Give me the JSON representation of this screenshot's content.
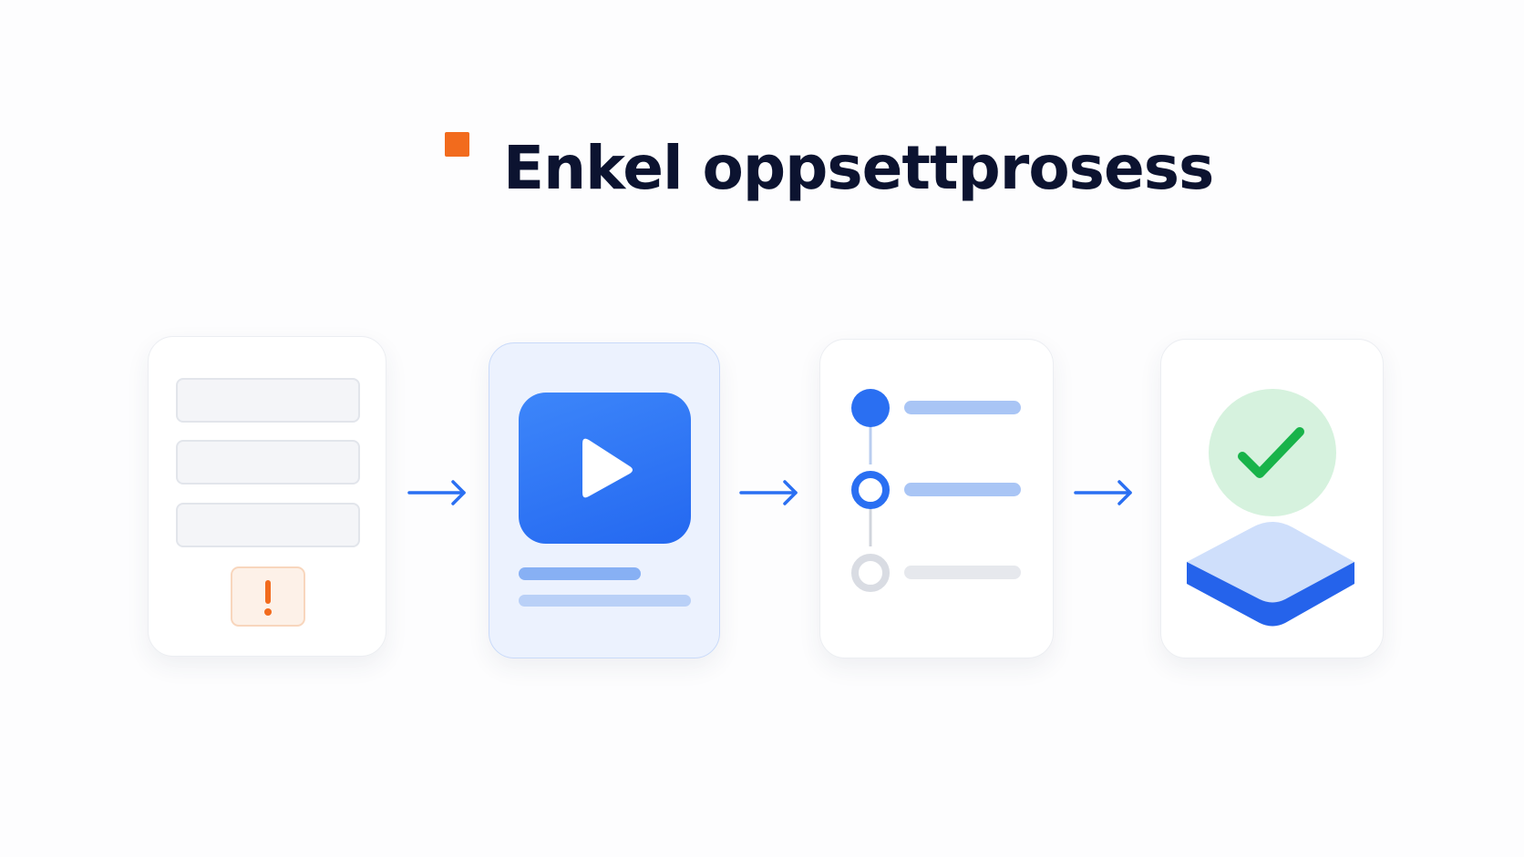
{
  "title": "Enkel oppsettprosess",
  "colors": {
    "accent": "#f26b1d",
    "primary": "#2a6ff2",
    "success": "#18b34a",
    "title": "#0c1330"
  },
  "steps": [
    {
      "id": "form",
      "icons": [
        "input-field",
        "input-field",
        "input-field",
        "warning-icon"
      ]
    },
    {
      "id": "video",
      "icons": [
        "play-icon"
      ],
      "active": true
    },
    {
      "id": "checklist",
      "icons": [
        "step-filled",
        "step-current",
        "step-pending"
      ]
    },
    {
      "id": "complete",
      "icons": [
        "check-icon",
        "platform-icon"
      ]
    }
  ]
}
